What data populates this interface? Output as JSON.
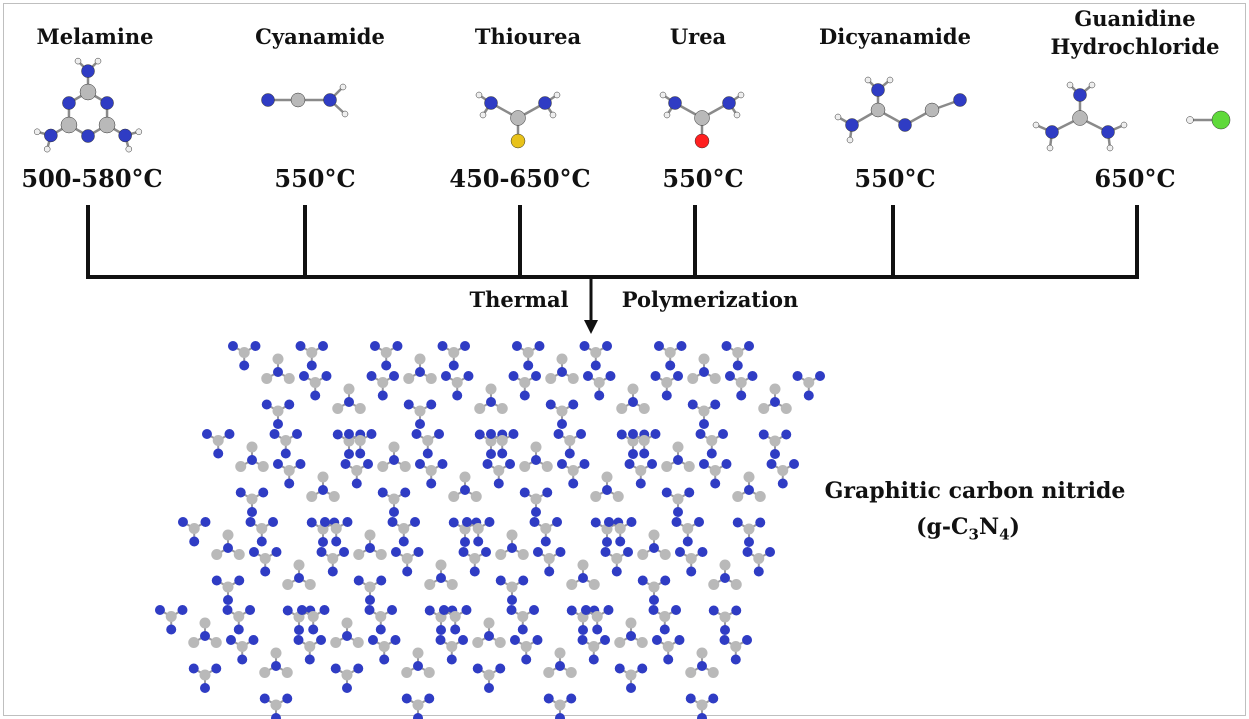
{
  "precursors": [
    {
      "name_line1": "Melamine",
      "name_line2": "",
      "temperature": "500-580°C"
    },
    {
      "name_line1": "Cyanamide",
      "name_line2": "",
      "temperature": "550°C"
    },
    {
      "name_line1": "Thiourea",
      "name_line2": "",
      "temperature": "450-650°C"
    },
    {
      "name_line1": "Urea",
      "name_line2": "",
      "temperature": "550°C"
    },
    {
      "name_line1": "Dicyanamide",
      "name_line2": "",
      "temperature": "550°C"
    },
    {
      "name_line1": "Guanidine",
      "name_line2": "Hydrochloride",
      "temperature": "650°C"
    }
  ],
  "process": {
    "word1": "Thermal",
    "word2": "Polymerization"
  },
  "product": {
    "name": "Graphitic carbon nitride",
    "formula_prefix": "(g-C",
    "sub1": "3",
    "mid": "N",
    "sub2": "4",
    "suffix": ")"
  },
  "colors": {
    "nitrogen": "#2f3cc4",
    "carbon": "#b9b9b9",
    "hydrogen": "#eeeeee",
    "sulfur": "#e8c21a",
    "oxygen": "#ff2020",
    "chlorine": "#5fd93a",
    "line": "#111111"
  }
}
